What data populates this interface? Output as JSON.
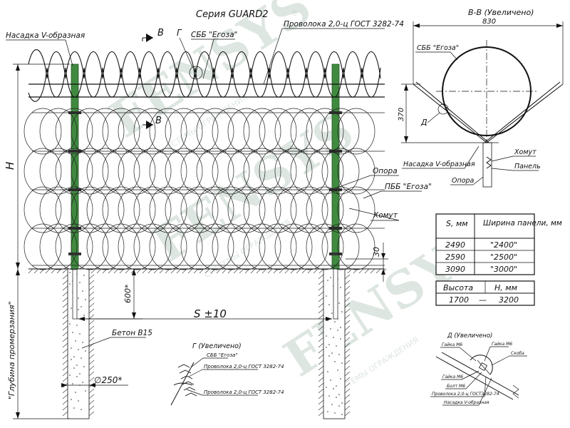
{
  "title": "Серия GUARD2",
  "labels": {
    "v_nozzle": "Насадка V-образная",
    "view_v": "В",
    "view_g": "Г",
    "sbb": "СББ \"Егоза\"",
    "wire": "Проволока 2,0-ц ГОСТ 3282-74",
    "height": "Н",
    "support": "Опора",
    "pbb": "ПББ \"Егоза\"",
    "clamp": "Хомут",
    "dim_30": "30",
    "dim_600": "600*",
    "span": "S ±10",
    "concrete": "Бетон В15",
    "freeze_depth": "\"Глубина промерзания\"",
    "diameter": "∅250*"
  },
  "section": {
    "title": "В-В (Увеличено)",
    "dim_width": "830",
    "dim_height": "370",
    "sbb": "СББ \"Егоза\"",
    "mark_d": "Д",
    "v_nozzle": "Насадка V-образная",
    "clamp": "Хомут",
    "panel": "Панель",
    "support": "Опора"
  },
  "detail_g": {
    "title": "Г (Увеличено)",
    "sbb": "СББ \"Егоза\"",
    "wire1": "Проволока 2,0-ц ГОСТ 3282-74",
    "wire2": "Проволока 2,0-ц ГОСТ 3282-74"
  },
  "detail_d": {
    "title": "Д (Увеличено)",
    "nut1": "Гайка М6",
    "nut2": "Гайка М6",
    "bracket": "Скоба",
    "nut3": "Гайка М6",
    "bolt": "Болт М6",
    "wire": "Проволока 2,0-ц ГОСТ3282-74",
    "v_nozzle": "Насадка V-образная"
  },
  "table_s": {
    "headers": [
      "S, мм",
      "Ширина панели, мм"
    ],
    "rows": [
      [
        "2490",
        "\"2400\""
      ],
      [
        "2590",
        "\"2500\""
      ],
      [
        "3090",
        "\"3000\""
      ]
    ]
  },
  "table_h": {
    "headers": [
      "Высота",
      "Н, мм"
    ],
    "row": [
      "1700",
      "—",
      "3200"
    ]
  },
  "watermark": {
    "brand": "FENSYS",
    "slogan": "СИСТЕМЫ ОГРАЖДЕНИЯ",
    "registered": "®"
  },
  "colors": {
    "post": "#3f8a3f",
    "post_dark": "#255525",
    "ink": "#111111",
    "watermark": "#9fb8a8"
  }
}
